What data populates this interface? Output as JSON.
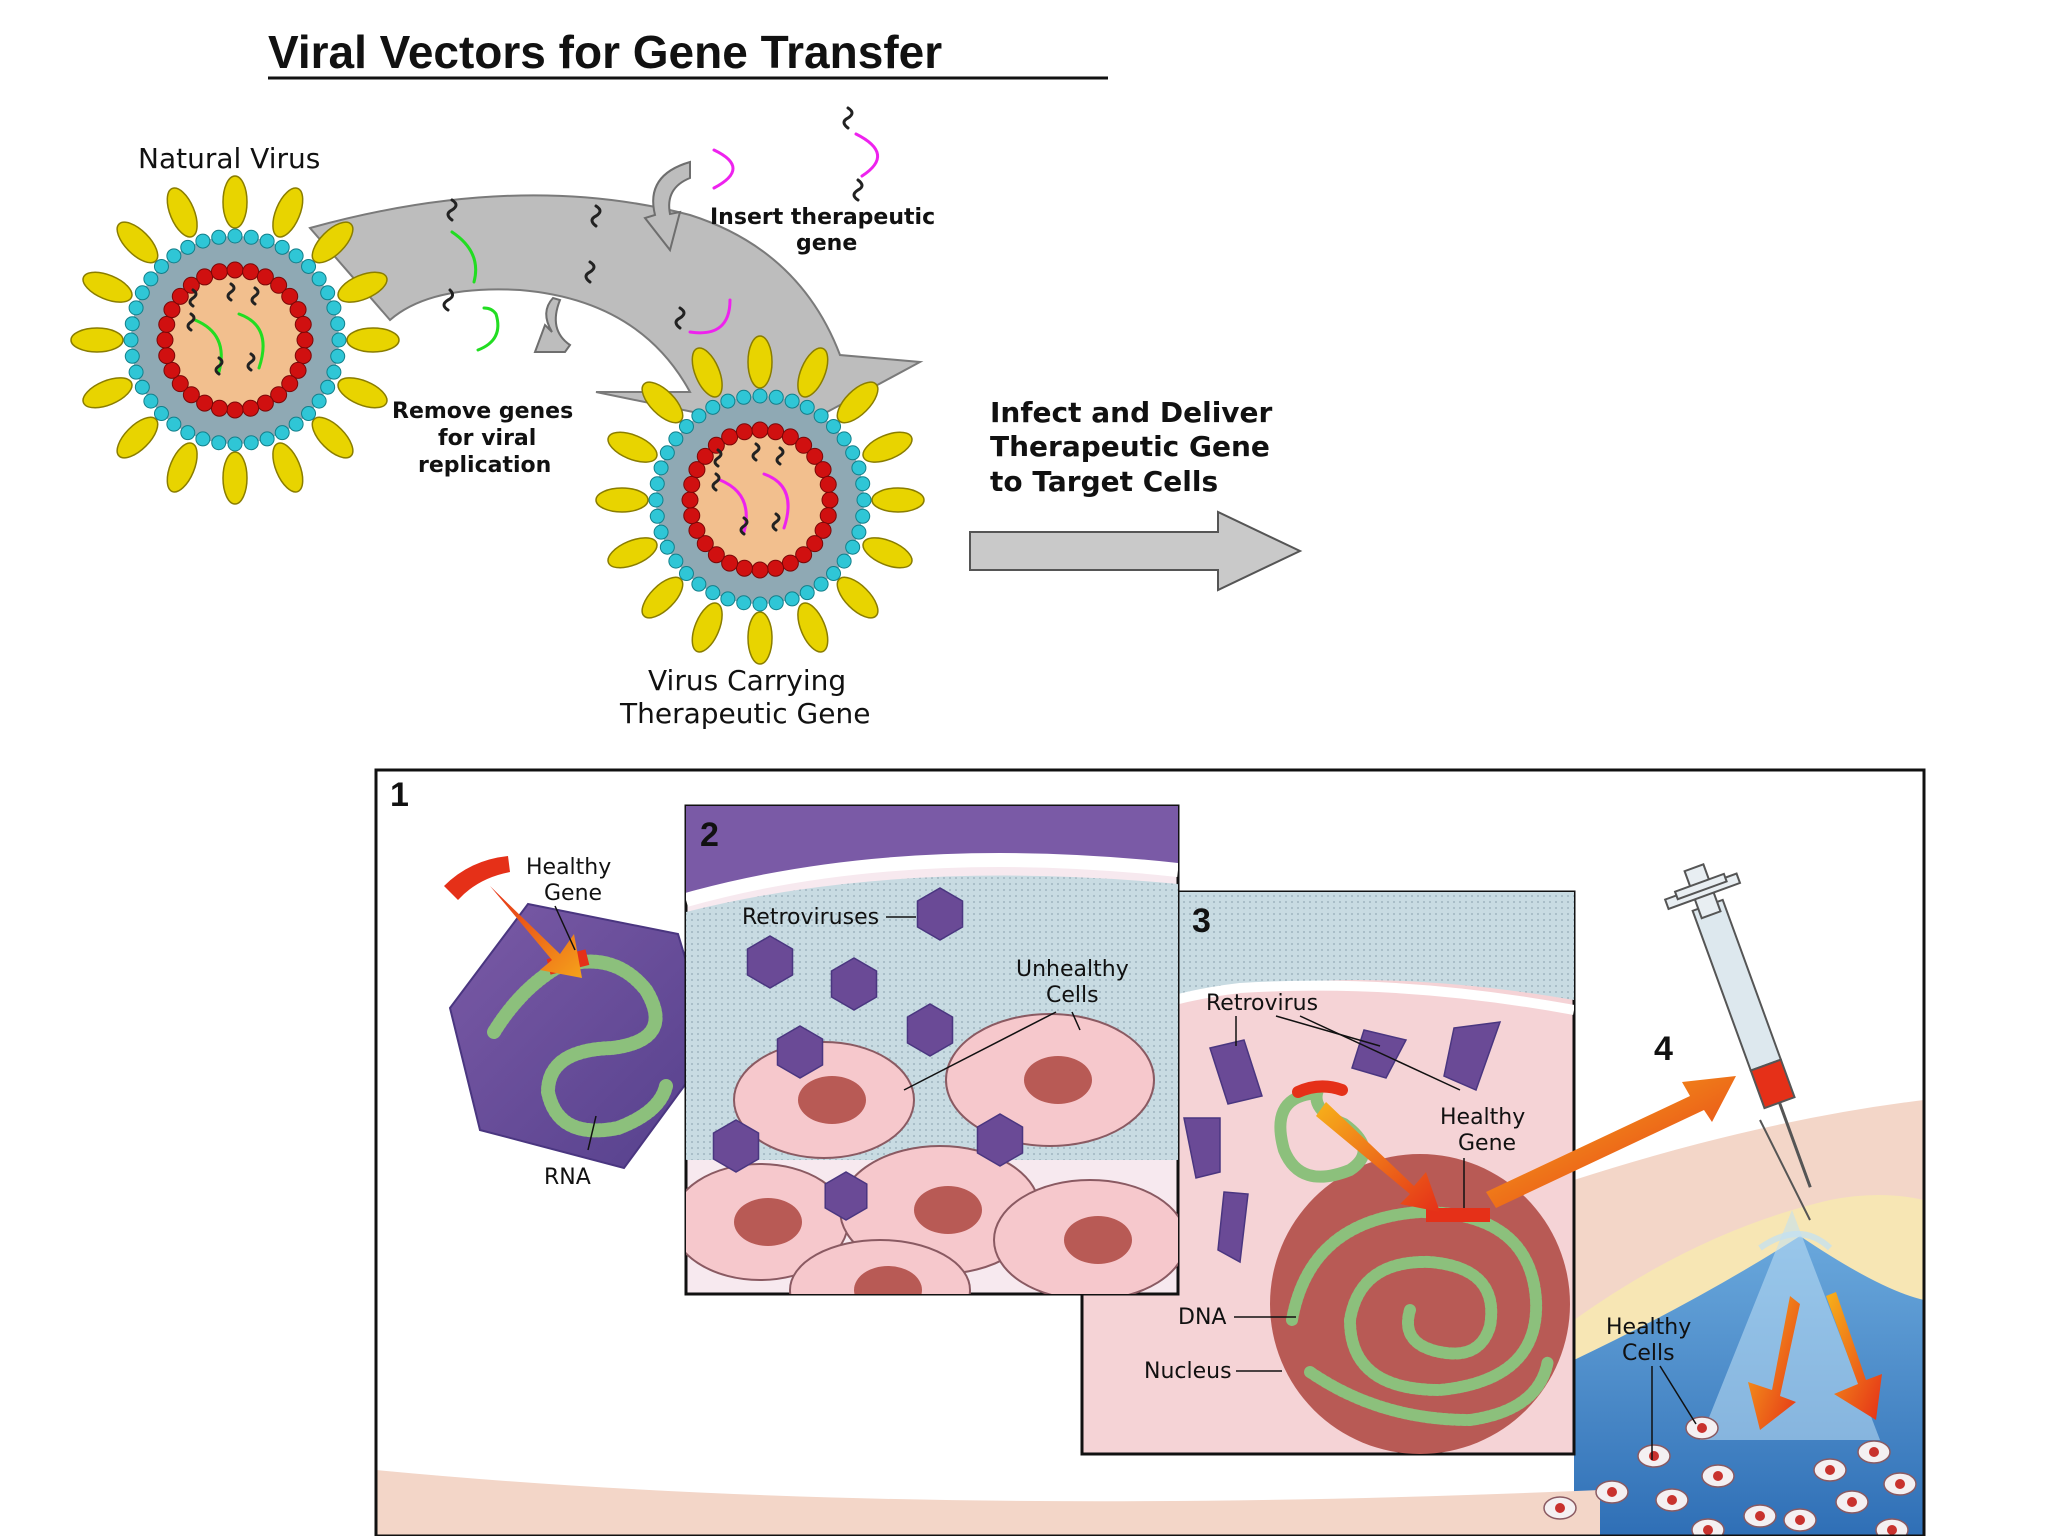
{
  "title": "Viral Vectors for Gene Transfer",
  "top": {
    "natural_virus": "Natural Virus",
    "insert_line1": "Insert therapeutic",
    "insert_line2": "gene",
    "remove_line1": "Remove genes",
    "remove_line2": "for viral",
    "remove_line3": "replication",
    "carrying_line1": "Virus Carrying",
    "carrying_line2": "Therapeutic Gene",
    "infect_line1": "Infect and Deliver",
    "infect_line2": "Therapeutic Gene",
    "infect_line3": "to Target Cells"
  },
  "panels": {
    "p1": {
      "number": "1",
      "healthy_gene_1": "Healthy",
      "healthy_gene_2": "Gene",
      "rna": "RNA"
    },
    "p2": {
      "number": "2",
      "retroviruses": "Retroviruses",
      "unhealthy_1": "Unhealthy",
      "unhealthy_2": "Cells"
    },
    "p3": {
      "number": "3",
      "retrovirus": "Retrovirus",
      "healthy_gene_1": "Healthy",
      "healthy_gene_2": "Gene",
      "dna": "DNA",
      "nucleus": "Nucleus"
    },
    "p4": {
      "number": "4",
      "healthy_cells_1": "Healthy",
      "healthy_cells_2": "Cells"
    }
  },
  "colors": {
    "virus_spike": "#e8d400",
    "virus_bead": "#2fc6d6",
    "virus_coat": "#8fa9b4",
    "capsid_bead": "#d01010",
    "core": "#f2bf8e",
    "natural_gene": "#22dd22",
    "therapeutic_gene": "#ee22ee",
    "retrovirus": "#6a4a96",
    "cell_pink": "#f6c8cc",
    "nucleus": "#b85a55",
    "rna_green": "#8cc07c",
    "arrow_red": "#e53018",
    "arrow_orange": "#f5a21a"
  }
}
